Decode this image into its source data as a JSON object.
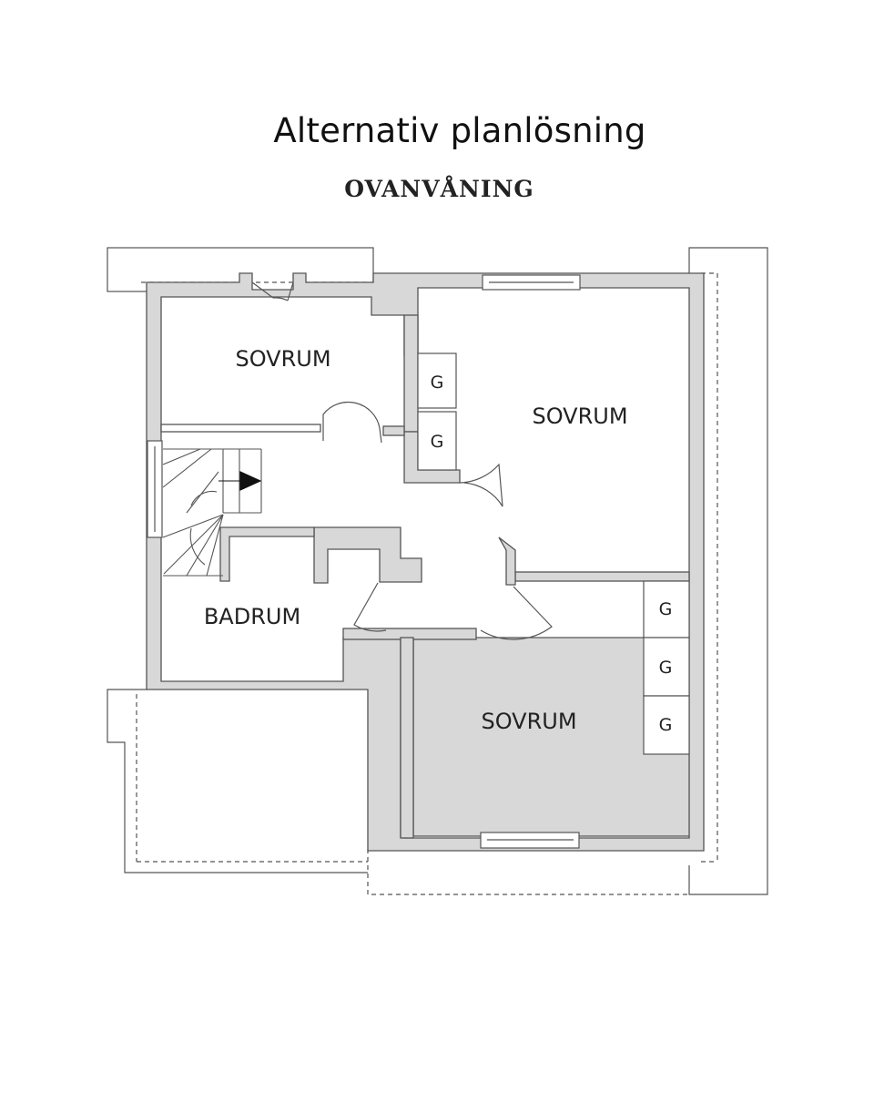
{
  "title": "Alternativ planlösning",
  "subtitle": "OVANVÅNING",
  "rooms": [
    {
      "label": "SOVRUM"
    },
    {
      "label": "SOVRUM"
    },
    {
      "label": "BADRUM"
    },
    {
      "label": "SOVRUM"
    }
  ],
  "closets": [
    {
      "label": "G"
    },
    {
      "label": "G"
    },
    {
      "label": "G"
    },
    {
      "label": "G"
    },
    {
      "label": "G"
    }
  ],
  "colors": {
    "wall_fill": "#d8d8d8",
    "line": "#555555"
  }
}
